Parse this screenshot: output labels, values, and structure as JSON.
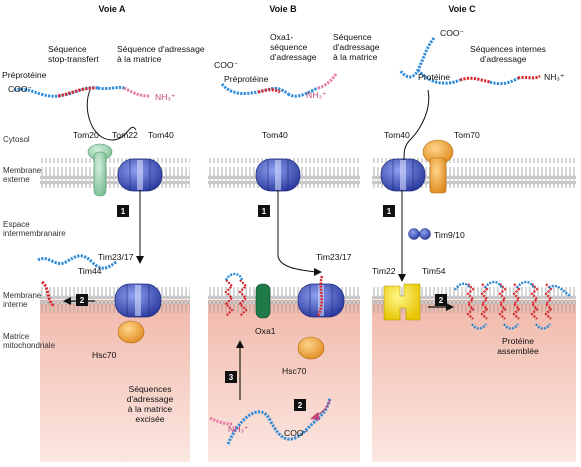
{
  "columns": {
    "a": "Voie A",
    "b": "Voie B",
    "c": "Voie C"
  },
  "compartments": {
    "cytosol": "Cytosol",
    "outer_membrane": [
      "Membrane",
      "externe"
    ],
    "intermembrane_space": [
      "Espace",
      "intermembranaire"
    ],
    "inner_membrane": [
      "Membrane",
      "interne"
    ],
    "matrix": [
      "Matrice",
      "mitochondriale"
    ]
  },
  "pathway_a": {
    "preprotein": "Préprotéine",
    "coo": "COO⁻",
    "stop_transfer": [
      "Séquence",
      "stop-transfert"
    ],
    "matrix_targeting": [
      "Séquence d'adressage",
      "à la matrice"
    ],
    "nh3": "NH₃⁺",
    "tom20": "Tom20",
    "tom22": "Tom22",
    "tom40": "Tom40",
    "tim23_17": "Tim23/17",
    "tim44": "Tim44",
    "hsc70": "Hsc70",
    "excised": [
      "Séquences",
      "d'adressage",
      "à la matrice",
      "excisée"
    ],
    "step1": "1",
    "step2": "2"
  },
  "pathway_b": {
    "coo": "COO⁻",
    "preprotein": "Préprotéine",
    "oxa1_seq": [
      "Oxa1-",
      "séquence",
      "d'adressage"
    ],
    "matrix_targeting": [
      "Séquence",
      "d'adressage",
      "à la matrice"
    ],
    "nh3": "NH₃⁺",
    "tom40": "Tom40",
    "tim23_17": "Tim23/17",
    "oxa1": "Oxa1",
    "hsc70": "Hsc70",
    "nh3_bottom": "NH₃⁺",
    "coo_bottom": "COO⁻",
    "step1": "1",
    "step2": "2",
    "step3": "3"
  },
  "pathway_c": {
    "coo": "COO⁻",
    "internal_seq": [
      "Séquences internes",
      "d'adressage"
    ],
    "protein": "Protéine",
    "nh3": "NH₃⁺",
    "tom40": "Tom40",
    "tom70": "Tom70",
    "tim9_10": "Tim9/10",
    "tim22": "Tim22",
    "tim54": "Tim54",
    "assembled": [
      "Protéine",
      "assemblée"
    ],
    "step1": "1",
    "step2": "2"
  },
  "colors": {
    "matrix_fill": "#f3c8bd",
    "membrane_head": "#e2e2e2",
    "tom40_blue": "#3f4fb0",
    "tom20_green": "#9fd0b0",
    "tom70_orange": "#f0a040",
    "tim22_yellow": "#f2dc1a",
    "hsc70_orange": "#f0a030",
    "oxa1_green": "#1f7a4a",
    "chain_red": "#d8282e",
    "chain_blue": "#2d8ad8",
    "chain_pink": "#e87aa5"
  }
}
